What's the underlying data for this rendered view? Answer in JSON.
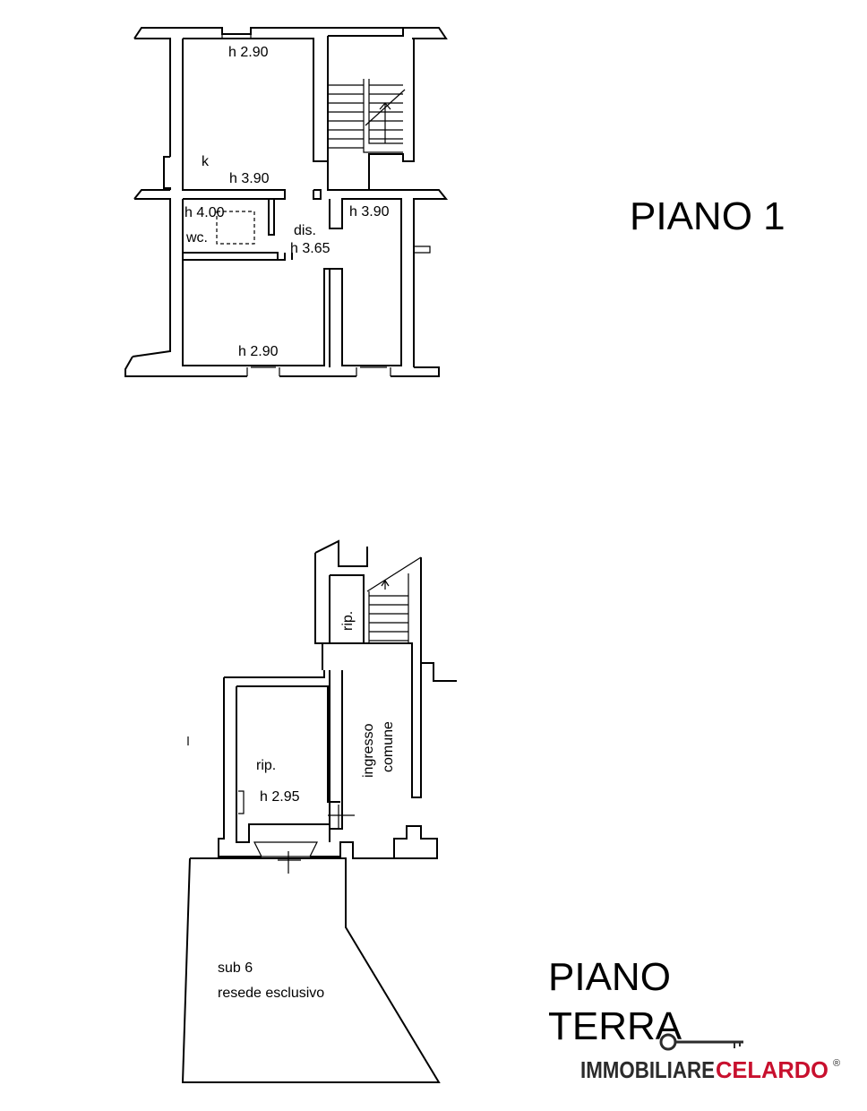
{
  "floor1": {
    "title": "PIANO 1",
    "labels": {
      "h_top": "h 2.90",
      "k": "k",
      "h_k": "h 3.90",
      "h_wc": "h 4.00",
      "wc": "wc.",
      "dis": "dis.",
      "h_dis": "h 3.65",
      "h_right": "h 3.90",
      "h_bottom": "h 2.90"
    }
  },
  "ground": {
    "title_line1": "PIANO",
    "title_line2": "TERRA",
    "labels": {
      "rip_small": "rip.",
      "ingresso": "ingresso",
      "comune": "comune",
      "rip": "rip.",
      "h_rip": "h 2.95",
      "sub": "sub 6",
      "resede": "resede esclusivo"
    }
  },
  "brand": {
    "part1": "IMMOBILIARE",
    "part2": "CELARDO",
    "mark": "®",
    "colors": {
      "dark": "#2b2b2b",
      "accent": "#c8102e"
    }
  }
}
